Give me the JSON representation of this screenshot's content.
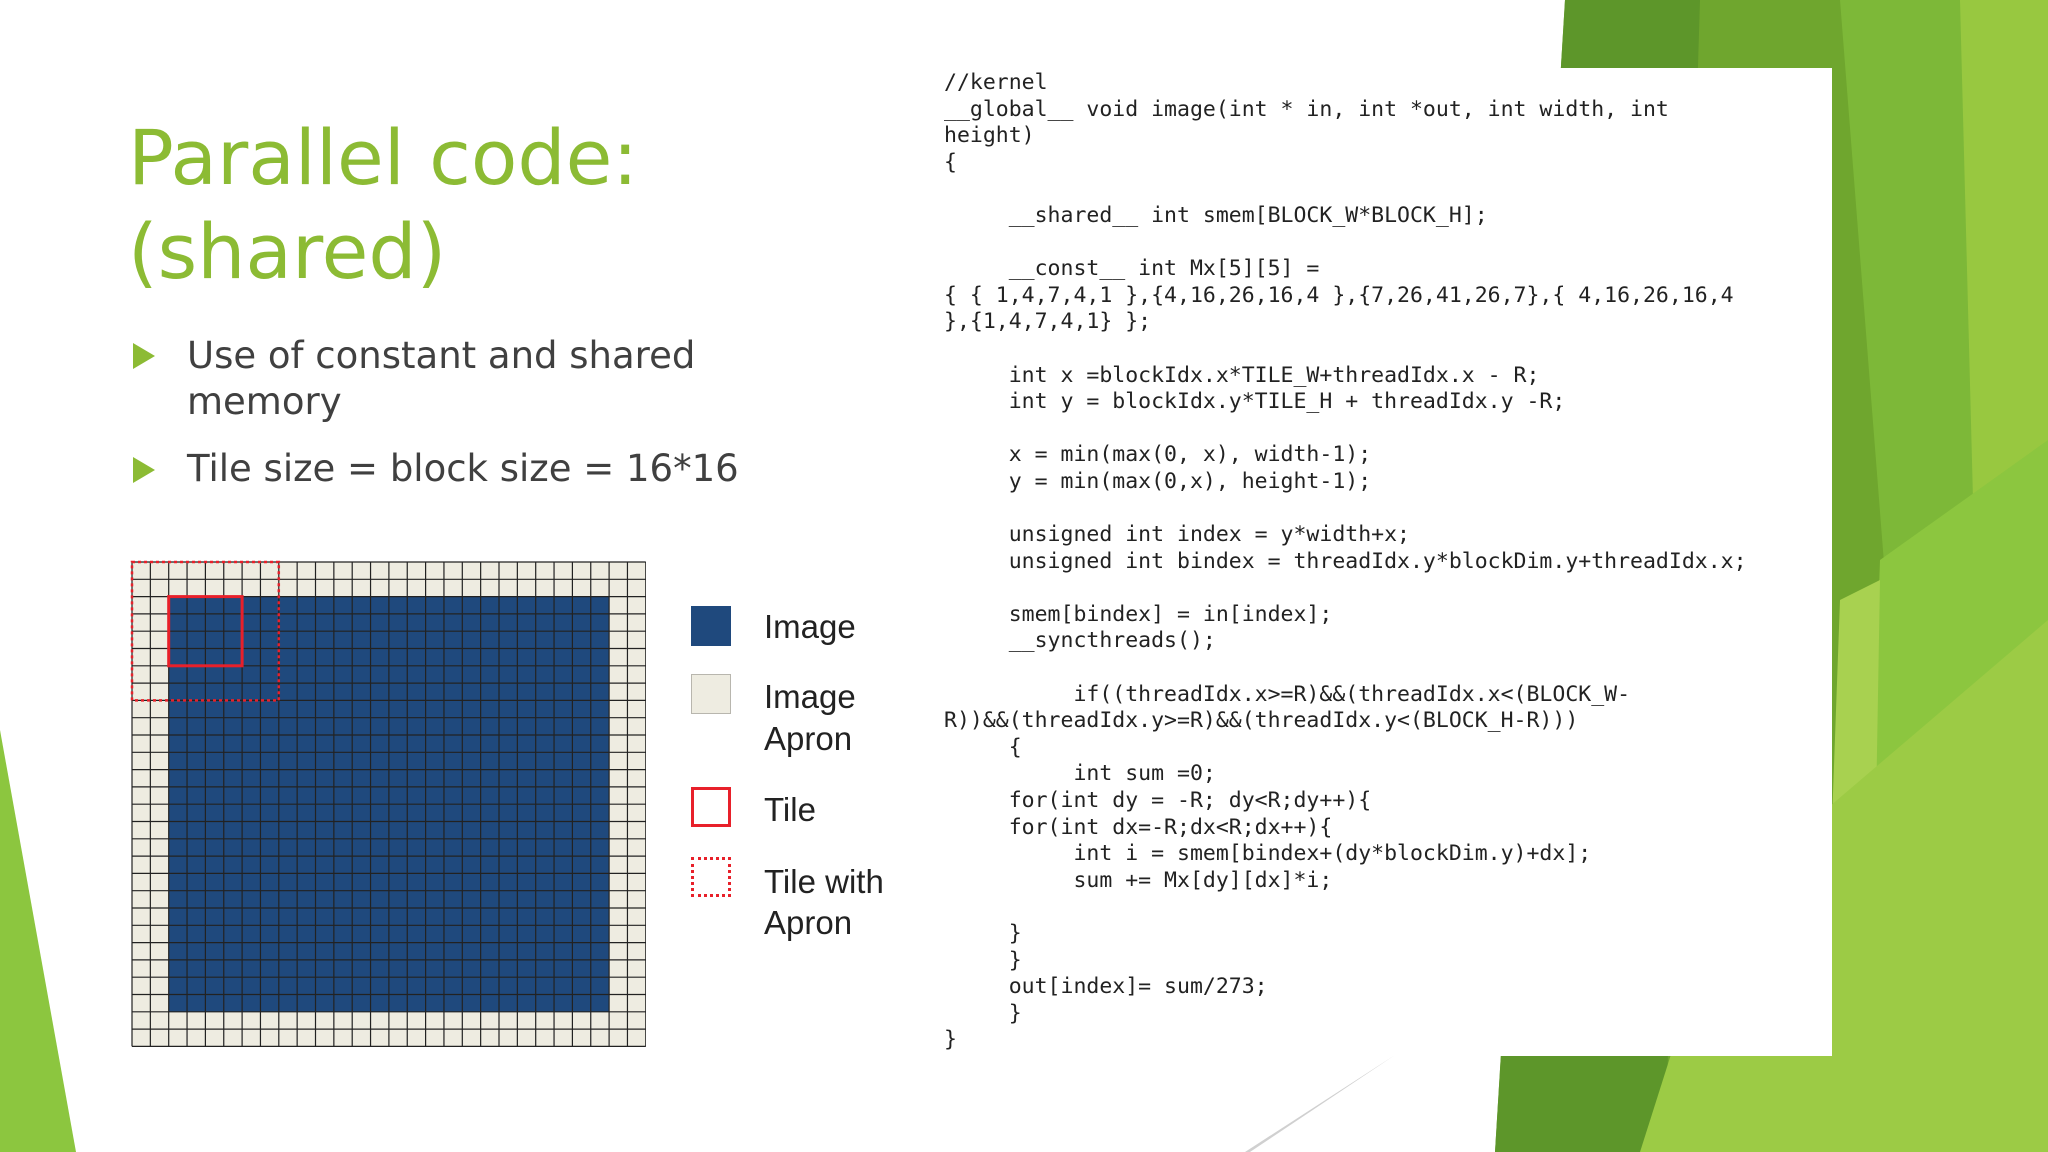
{
  "slide": {
    "title_line1": "Parallel code:",
    "title_line2": "(shared)",
    "bullets": [
      {
        "line1": "Use of constant and shared",
        "line2": "memory"
      },
      {
        "line1": "Tile size = block size = 16*16",
        "line2": ""
      }
    ]
  },
  "figure": {
    "legend": {
      "image": "Image",
      "apron_line1": "Image",
      "apron_line2": "Apron",
      "tile": "Tile",
      "tile_apron_line1": "Tile with",
      "tile_apron_line2": "Apron"
    },
    "grid_cells": 28,
    "apron_cells": 2,
    "tile_cells": 4,
    "colors": {
      "image": "#1f497d",
      "apron": "#eeece1",
      "tile": "#e8202a",
      "grid_line": "#222222"
    }
  },
  "code": "//kernel\n__global__ void image(int * in, int *out, int width, int\nheight)\n{\n\n     __shared__ int smem[BLOCK_W*BLOCK_H];\n\n     __const__ int Mx[5][5] =\n{ { 1,4,7,4,1 },{4,16,26,16,4 },{7,26,41,26,7},{ 4,16,26,16,4\n},{1,4,7,4,1} };\n\n     int x =blockIdx.x*TILE_W+threadIdx.x - R;\n     int y = blockIdx.y*TILE_H + threadIdx.y -R;\n\n     x = min(max(0, x), width-1);\n     y = min(max(0,x), height-1);\n\n     unsigned int index = y*width+x;\n     unsigned int bindex = threadIdx.y*blockDim.y+threadIdx.x;\n\n     smem[bindex] = in[index];\n     __syncthreads();\n\n          if((threadIdx.x>=R)&&(threadIdx.x<(BLOCK_W-\nR))&&(threadIdx.y>=R)&&(threadIdx.y<(BLOCK_H-R)))\n     {\n          int sum =0;\n     for(int dy = -R; dy<R;dy++){\n     for(int dx=-R;dx<R;dx++){\n          int i = smem[bindex+(dy*blockDim.y)+dx];\n          sum += Mx[dy][dx]*i;\n\n     }\n     }\n     out[index]= sum/273;\n     }\n}",
  "theme": {
    "accent": "#8cbb34",
    "green_dark": "#4f8a1e",
    "green_mid": "#6fa62e",
    "green_light": "#a8d150"
  }
}
